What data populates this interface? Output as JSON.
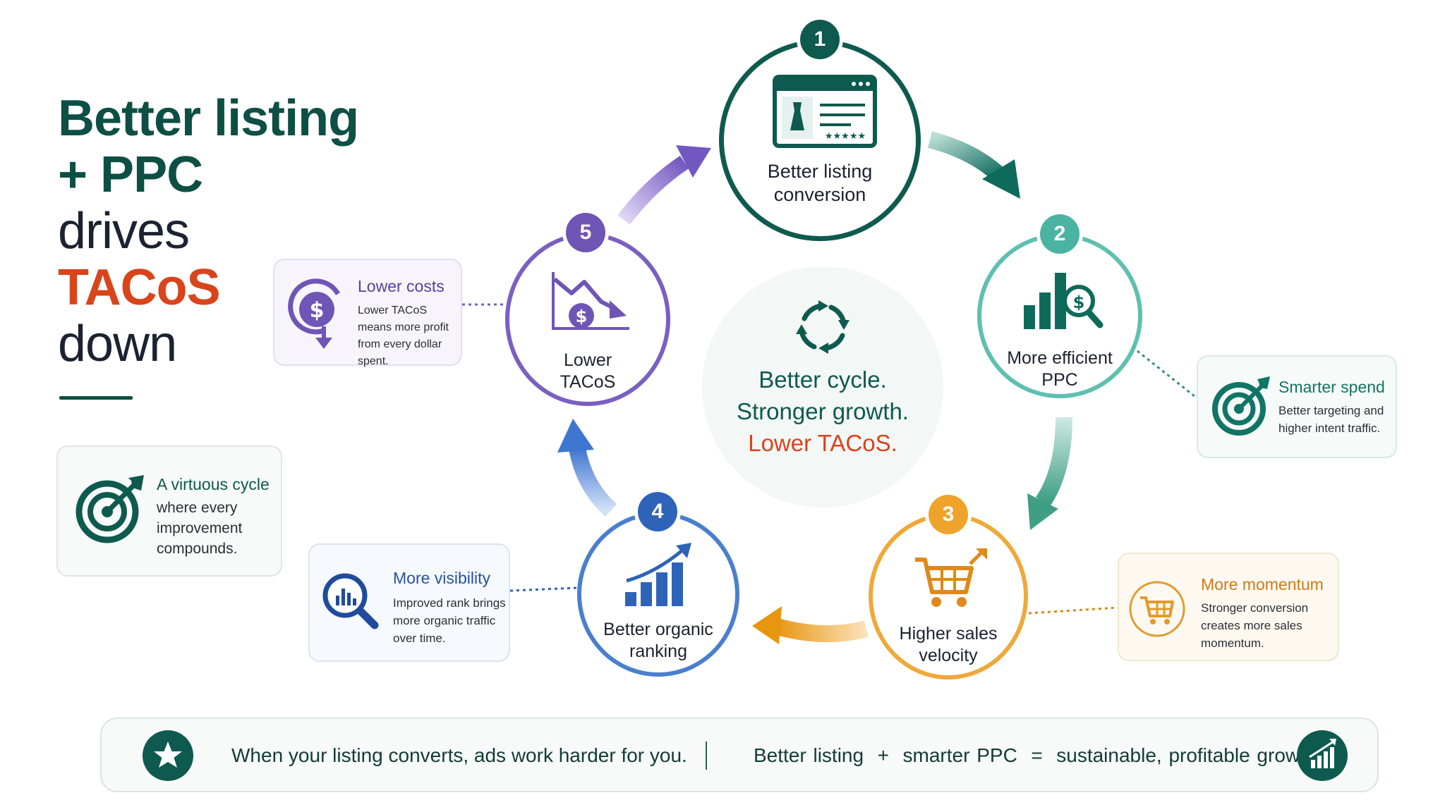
{
  "headline": {
    "line1": "Better listing",
    "line2": "+ PPC",
    "line3": "drives",
    "line4": "TACoS",
    "line5": "down"
  },
  "cards": {
    "virtuous": {
      "title": "A virtuous cycle",
      "text": "where every improvement compounds.",
      "icon": "target-arrow-icon"
    },
    "lower_costs": {
      "title": "Lower costs",
      "text": "Lower TACoS means more profit from every dollar spent.",
      "icon": "dollar-down-icon"
    },
    "visibility": {
      "title": "More visibility",
      "text": "Improved rank brings more organic traffic over time.",
      "icon": "magnifier-chart-icon"
    },
    "smarter": {
      "title": "Smarter spend",
      "text": "Better targeting and higher intent traffic.",
      "icon": "target-arrow-icon"
    },
    "momentum": {
      "title": "More momentum",
      "text": "Stronger conversion creates more sales momentum.",
      "icon": "cart-icon"
    }
  },
  "center": {
    "line1": "Better cycle.",
    "line2": "Stronger growth.",
    "line3": "Lower TACoS.",
    "icon": "cycle-arrows-icon"
  },
  "steps": [
    {
      "number": "1",
      "label_line1": "Better listing",
      "label_line2": "conversion",
      "icon": "listing-page-icon",
      "color": "#0e5a4f"
    },
    {
      "number": "2",
      "label_line1": "More efficient",
      "label_line2": "PPC",
      "icon": "bar-chart-dollar-icon",
      "color": "#5fbfb0"
    },
    {
      "number": "3",
      "label_line1": "Higher sales",
      "label_line2": "velocity",
      "icon": "cart-up-icon",
      "color": "#eea93a"
    },
    {
      "number": "4",
      "label_line1": "Better organic",
      "label_line2": "ranking",
      "icon": "growth-bars-icon",
      "color": "#4a7fce"
    },
    {
      "number": "5",
      "label_line1": "Lower",
      "label_line2": "TACoS",
      "icon": "trend-down-dollar-icon",
      "color": "#7b5fc1"
    }
  ],
  "banner": {
    "text_left": "When your listing converts, ads work harder for you.",
    "text_right": "Better listing  +  smarter PPC  =  sustainable, profitable growth.",
    "left_icon": "star-icon",
    "right_icon": "growth-chart-icon"
  },
  "colors": {
    "brand_green": "#0e5a4f",
    "accent_orange": "#d9441a",
    "teal": "#5fbfb0",
    "amber": "#eea93a",
    "blue": "#4a7fce",
    "purple": "#7b5fc1"
  }
}
